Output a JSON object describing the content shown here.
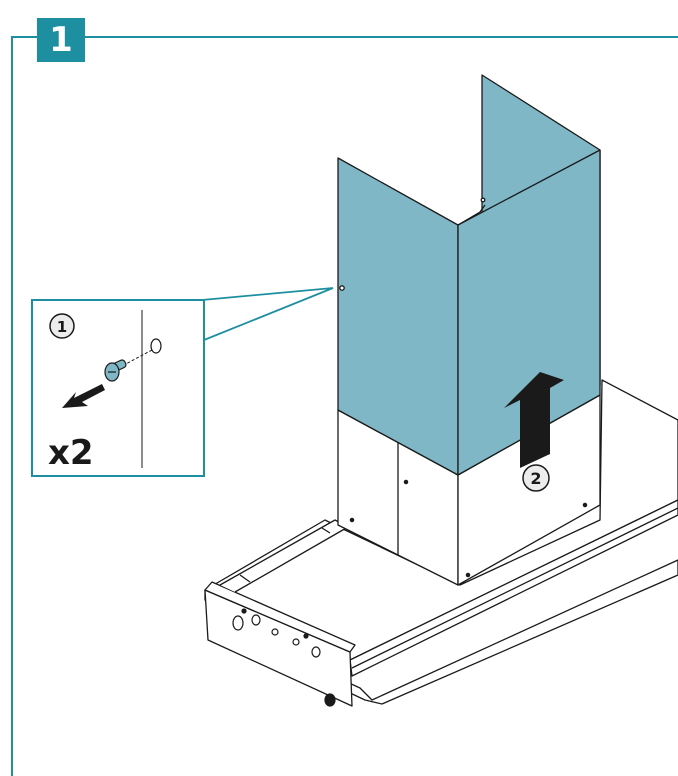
{
  "step": {
    "number": "1"
  },
  "detail": {
    "callout_number": "1",
    "quantity": "x2"
  },
  "main": {
    "callout_number": "2"
  },
  "colors": {
    "accent": "#1e8fa0",
    "panel": "#7fb7c7",
    "line": "#1a1a1a",
    "arrow": "#1a1a1a"
  },
  "icons": [
    "screw-icon",
    "remove-arrow-icon",
    "lift-arrow-icon"
  ]
}
